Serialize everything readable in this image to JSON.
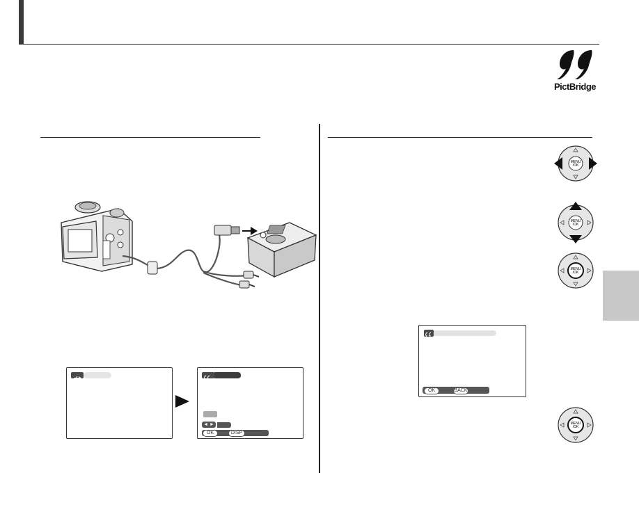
{
  "logo": {
    "text": "PictBridge",
    "icon": "pictbridge-logo-icon"
  },
  "screens": {
    "pc_screen_icon": "usb-icon",
    "printer_screen_icon": "pictbridge-icon",
    "ok_button": "OK",
    "back_button": "BACK",
    "disp_button": "DISP"
  },
  "colors": {
    "header_accent": "#3a3a3a",
    "side_tab": "#c8c8c8",
    "lcd_bar": "#e4e4e4"
  }
}
